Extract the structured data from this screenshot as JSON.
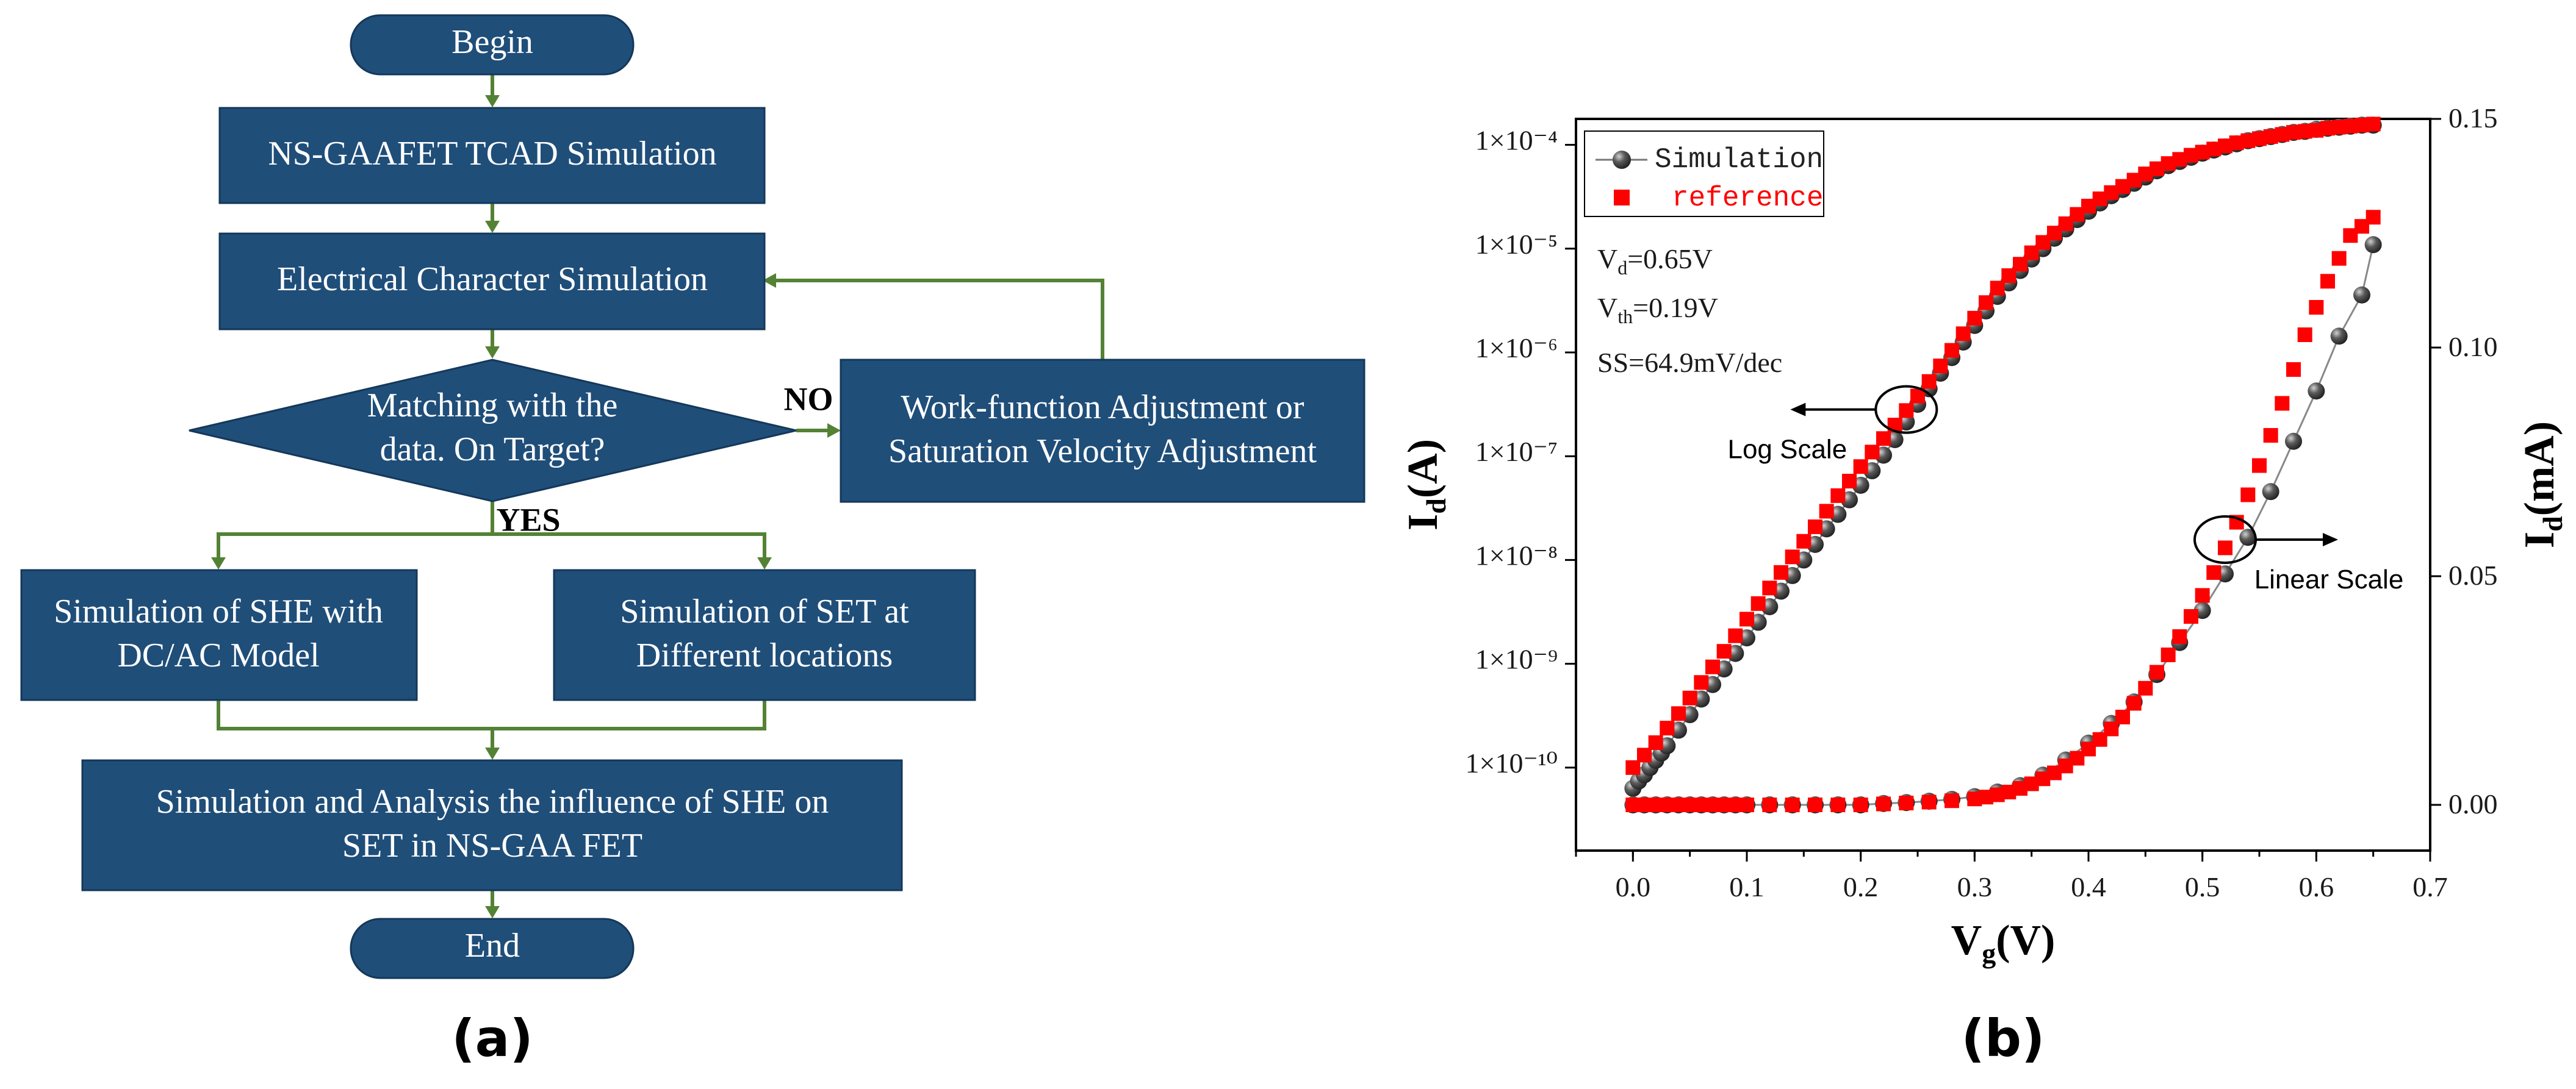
{
  "flowchart": {
    "begin": "Begin",
    "tcad": "NS-GAAFET TCAD Simulation",
    "electrical": "Electrical Character Simulation",
    "decision": [
      "Matching with the",
      "data. On Target?"
    ],
    "adjust": [
      "Work-function Adjustment or",
      "Saturation Velocity Adjustment"
    ],
    "no_label": "NO",
    "yes_label": "YES",
    "she": [
      "Simulation of SHE with",
      "DC/AC Model"
    ],
    "set": [
      "Simulation of SET at",
      "Different locations"
    ],
    "analysis": [
      "Simulation and Analysis the influence of SHE on",
      "SET in NS-GAA FET"
    ],
    "end": "End",
    "panel_label": "(a)",
    "colors": {
      "box": "#1f4e79",
      "line": "#548235"
    }
  },
  "chart_panel_label": "(b)",
  "chart_data": {
    "type": "scatter",
    "x_axis": {
      "label_main": "V",
      "label_sub": "g",
      "label_tail": "(V)",
      "range": [
        -0.05,
        0.7
      ],
      "ticks": [
        0.0,
        0.1,
        0.2,
        0.3,
        0.4,
        0.5,
        0.6,
        0.7
      ],
      "tick_labels": [
        "0.0",
        "0.1",
        "0.2",
        "0.3",
        "0.4",
        "0.5",
        "0.6",
        "0.7"
      ]
    },
    "y_left": {
      "label_main": "I",
      "label_sub": "d",
      "label_tail": "(A)",
      "scale": "log",
      "range_log10": [
        -10.8,
        -3.75
      ],
      "ticks_exponent": [
        -4,
        -5,
        -6,
        -7,
        -8,
        -9,
        -10
      ],
      "tick_labels": [
        "1×10⁻⁴",
        "1×10⁻⁵",
        "1×10⁻⁶",
        "1×10⁻⁷",
        "1×10⁻⁸",
        "1×10⁻⁹",
        "1×10⁻¹⁰"
      ]
    },
    "y_right": {
      "label_main": "I",
      "label_sub": "d",
      "label_tail": "(mA)",
      "scale": "linear",
      "range": [
        -0.01,
        0.15
      ],
      "ticks": [
        0.0,
        0.05,
        0.1,
        0.15
      ],
      "tick_labels": [
        "0.00",
        "0.05",
        "0.10",
        "0.15"
      ]
    },
    "legend": [
      {
        "name": "Simulation",
        "marker": "sphere",
        "color": "#555555"
      },
      {
        "name": "reference",
        "marker": "square",
        "color": "#ff0000"
      }
    ],
    "notes": {
      "vd_main": "V",
      "vd_sub": "d",
      "vd_tail": "=0.65V",
      "vth_main": "V",
      "vth_sub": "th",
      "vth_tail": "=0.19V",
      "ss": "SS=64.9mV/dec"
    },
    "annotations": {
      "log_scale": "Log Scale",
      "linear_scale": "Linear Scale",
      "log_circle_at": {
        "x": 0.24,
        "log10_y": -6.55
      },
      "linear_circle_at": {
        "x": 0.52,
        "y": 0.058
      }
    },
    "series": [
      {
        "name": "Simulation (log)",
        "axis": "left",
        "x": [
          0.0,
          0.005,
          0.01,
          0.015,
          0.02,
          0.025,
          0.03,
          0.04,
          0.05,
          0.06,
          0.07,
          0.08,
          0.09,
          0.1,
          0.11,
          0.12,
          0.13,
          0.14,
          0.15,
          0.16,
          0.17,
          0.18,
          0.19,
          0.2,
          0.21,
          0.22,
          0.23,
          0.24,
          0.25,
          0.26,
          0.27,
          0.28,
          0.29,
          0.3,
          0.31,
          0.32,
          0.33,
          0.34,
          0.35,
          0.36,
          0.37,
          0.38,
          0.39,
          0.4,
          0.41,
          0.42,
          0.43,
          0.44,
          0.45,
          0.46,
          0.47,
          0.48,
          0.49,
          0.5,
          0.51,
          0.52,
          0.53,
          0.54,
          0.55,
          0.56,
          0.57,
          0.58,
          0.59,
          0.6,
          0.61,
          0.62,
          0.63,
          0.64,
          0.65
        ],
        "log10_y": [
          -10.2,
          -10.13,
          -10.07,
          -10.0,
          -9.93,
          -9.86,
          -9.79,
          -9.64,
          -9.49,
          -9.34,
          -9.2,
          -9.05,
          -8.9,
          -8.75,
          -8.6,
          -8.45,
          -8.3,
          -8.15,
          -8.0,
          -7.85,
          -7.7,
          -7.56,
          -7.42,
          -7.28,
          -7.14,
          -6.99,
          -6.84,
          -6.67,
          -6.5,
          -6.35,
          -6.2,
          -6.05,
          -5.9,
          -5.74,
          -5.6,
          -5.46,
          -5.33,
          -5.21,
          -5.1,
          -5.0,
          -4.9,
          -4.81,
          -4.72,
          -4.64,
          -4.56,
          -4.49,
          -4.43,
          -4.37,
          -4.31,
          -4.25,
          -4.2,
          -4.16,
          -4.12,
          -4.08,
          -4.05,
          -4.02,
          -3.99,
          -3.96,
          -3.94,
          -3.92,
          -3.9,
          -3.88,
          -3.87,
          -3.85,
          -3.84,
          -3.83,
          -3.82,
          -3.81,
          -3.81
        ]
      },
      {
        "name": "reference (log)",
        "axis": "left",
        "x": [
          0.0,
          0.01,
          0.02,
          0.03,
          0.04,
          0.05,
          0.06,
          0.07,
          0.08,
          0.09,
          0.1,
          0.11,
          0.12,
          0.13,
          0.14,
          0.15,
          0.16,
          0.17,
          0.18,
          0.19,
          0.2,
          0.21,
          0.22,
          0.23,
          0.24,
          0.25,
          0.26,
          0.27,
          0.28,
          0.29,
          0.3,
          0.31,
          0.32,
          0.33,
          0.34,
          0.35,
          0.36,
          0.37,
          0.38,
          0.39,
          0.4,
          0.41,
          0.42,
          0.43,
          0.44,
          0.45,
          0.46,
          0.47,
          0.48,
          0.49,
          0.5,
          0.51,
          0.52,
          0.53,
          0.54,
          0.55,
          0.56,
          0.57,
          0.58,
          0.59,
          0.6,
          0.61,
          0.62,
          0.63,
          0.64,
          0.65
        ],
        "log10_y": [
          -10.0,
          -9.88,
          -9.76,
          -9.62,
          -9.48,
          -9.33,
          -9.18,
          -9.03,
          -8.88,
          -8.73,
          -8.57,
          -8.42,
          -8.27,
          -8.12,
          -7.97,
          -7.82,
          -7.68,
          -7.53,
          -7.38,
          -7.24,
          -7.1,
          -6.96,
          -6.83,
          -6.7,
          -6.56,
          -6.42,
          -6.28,
          -6.13,
          -5.98,
          -5.82,
          -5.67,
          -5.52,
          -5.38,
          -5.26,
          -5.15,
          -5.04,
          -4.94,
          -4.85,
          -4.76,
          -4.67,
          -4.59,
          -4.52,
          -4.46,
          -4.4,
          -4.34,
          -4.28,
          -4.23,
          -4.18,
          -4.14,
          -4.1,
          -4.07,
          -4.04,
          -4.01,
          -3.98,
          -3.96,
          -3.94,
          -3.92,
          -3.9,
          -3.88,
          -3.87,
          -3.86,
          -3.84,
          -3.83,
          -3.82,
          -3.81,
          -3.8
        ]
      },
      {
        "name": "Simulation (linear)",
        "axis": "right",
        "x": [
          0.0,
          0.01,
          0.02,
          0.03,
          0.04,
          0.05,
          0.06,
          0.07,
          0.08,
          0.09,
          0.1,
          0.12,
          0.14,
          0.16,
          0.18,
          0.2,
          0.22,
          0.24,
          0.26,
          0.28,
          0.3,
          0.32,
          0.34,
          0.36,
          0.38,
          0.4,
          0.42,
          0.44,
          0.46,
          0.48,
          0.5,
          0.52,
          0.54,
          0.56,
          0.58,
          0.6,
          0.62,
          0.64,
          0.65
        ],
        "y": [
          0.0,
          0.0,
          0.0,
          0.0,
          0.0,
          0.0,
          0.0,
          0.0,
          0.0,
          0.0,
          0.0,
          0.0,
          0.0,
          0.0,
          0.0,
          0.0,
          0.0003,
          0.0005,
          0.0008,
          0.0012,
          0.0018,
          0.0028,
          0.0042,
          0.0065,
          0.0098,
          0.0135,
          0.0178,
          0.0225,
          0.0285,
          0.0355,
          0.0425,
          0.0505,
          0.0585,
          0.0685,
          0.0795,
          0.0905,
          0.1025,
          0.1115,
          0.1225
        ]
      },
      {
        "name": "reference (linear)",
        "axis": "right",
        "x": [
          0.0,
          0.01,
          0.02,
          0.03,
          0.04,
          0.05,
          0.06,
          0.07,
          0.08,
          0.09,
          0.1,
          0.12,
          0.14,
          0.16,
          0.18,
          0.2,
          0.22,
          0.24,
          0.26,
          0.28,
          0.3,
          0.31,
          0.32,
          0.33,
          0.34,
          0.35,
          0.36,
          0.37,
          0.38,
          0.39,
          0.4,
          0.41,
          0.42,
          0.43,
          0.44,
          0.45,
          0.46,
          0.47,
          0.48,
          0.49,
          0.5,
          0.51,
          0.52,
          0.53,
          0.54,
          0.55,
          0.56,
          0.57,
          0.58,
          0.59,
          0.6,
          0.61,
          0.62,
          0.63,
          0.64,
          0.65
        ],
        "y": [
          0.0,
          0.0,
          0.0,
          0.0,
          0.0,
          0.0,
          0.0,
          0.0,
          0.0,
          0.0,
          0.0,
          0.0,
          0.0,
          0.0,
          0.0,
          0.0,
          0.0002,
          0.0004,
          0.0006,
          0.0009,
          0.0013,
          0.0017,
          0.0022,
          0.0028,
          0.0036,
          0.0046,
          0.0057,
          0.007,
          0.0085,
          0.0102,
          0.0122,
          0.0143,
          0.0166,
          0.0192,
          0.0222,
          0.0255,
          0.029,
          0.0328,
          0.0368,
          0.0412,
          0.0458,
          0.0508,
          0.0562,
          0.0618,
          0.0678,
          0.0742,
          0.0808,
          0.0878,
          0.0952,
          0.1028,
          0.1088,
          0.1145,
          0.1195,
          0.1245,
          0.1265,
          0.1285
        ]
      }
    ]
  }
}
